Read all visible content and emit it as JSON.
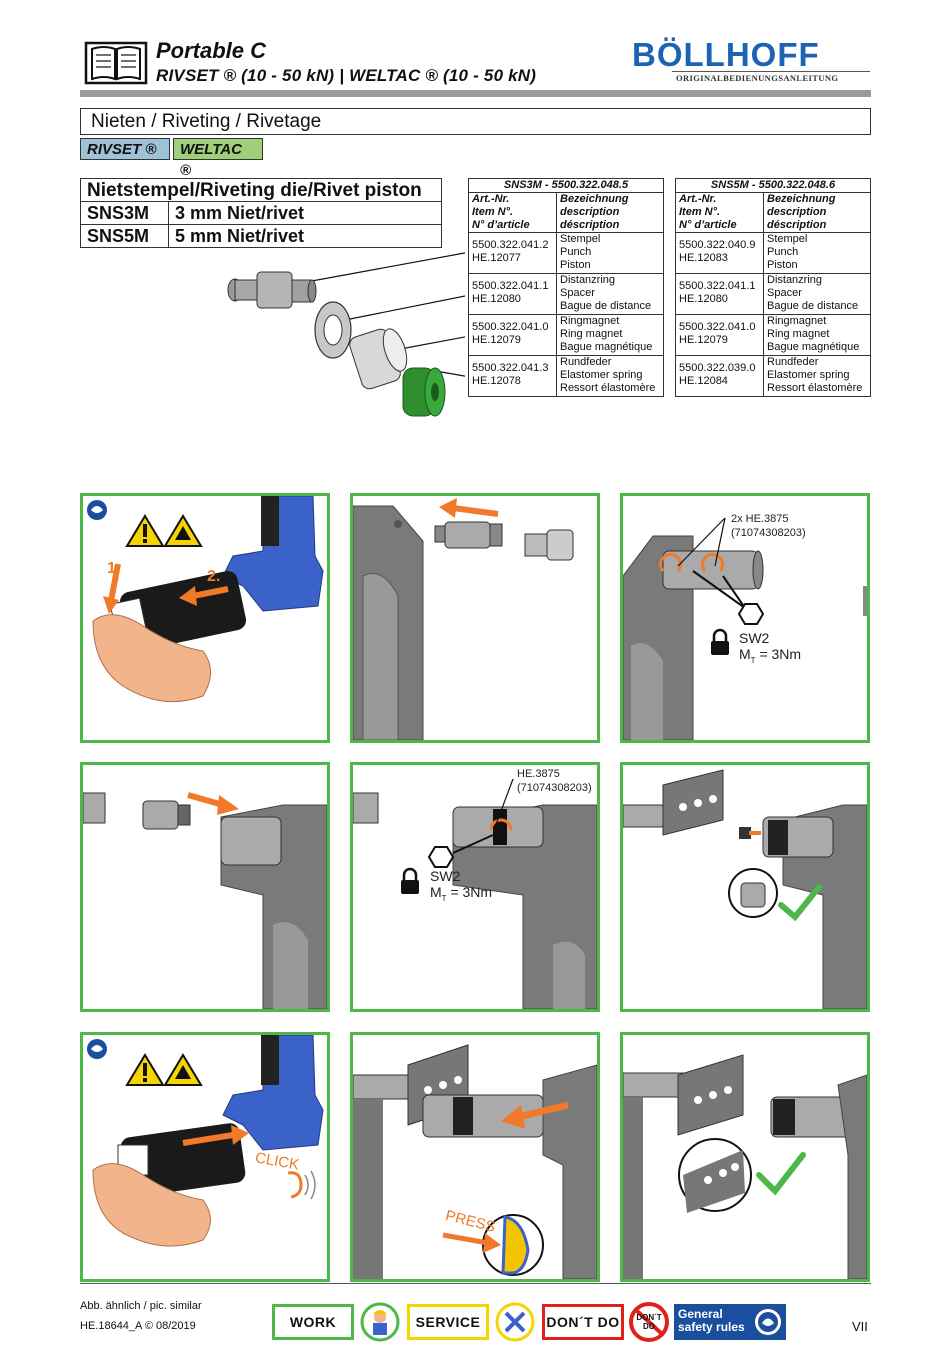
{
  "header": {
    "title": "Portable C",
    "subtitle": "RIVSET ® (10 - 50 kN) | WELTAC ® (10 - 50 kN)",
    "brand": "BÖLLHOFF",
    "brand_sub": "ORIGINALBEDIENUNGSANLEITUNG",
    "brand_color": "#1b63b3"
  },
  "section": {
    "title": "Nieten / Riveting / Rivetage",
    "badges": [
      "RIVSET ®",
      "WELTAC ®"
    ]
  },
  "die_table": {
    "heading": "Nietstempel/Riveting die/Rivet piston",
    "rows": [
      {
        "code": "SNS3M",
        "desc": "3 mm Niet/rivet"
      },
      {
        "code": "SNS5M",
        "desc": "5 mm Niet/rivet"
      }
    ]
  },
  "parts_tables": [
    {
      "caption": "SNS3M - 5500.322.048.5",
      "col1": [
        "Art.-Nr.",
        "Item N°.",
        "N° d’article"
      ],
      "col2": [
        "Bezeichnung",
        "description",
        "déscription"
      ],
      "rows": [
        {
          "num": [
            "5500.322.041.2",
            "HE.12077"
          ],
          "desc": [
            "Stempel",
            "Punch",
            "Piston"
          ]
        },
        {
          "num": [
            "5500.322.041.1",
            "HE.12080"
          ],
          "desc": [
            "Distanzring",
            "Spacer",
            "Bague de distance"
          ]
        },
        {
          "num": [
            "5500.322.041.0",
            "HE.12079"
          ],
          "desc": [
            "Ringmagnet",
            "Ring magnet",
            "Bague magnétique"
          ]
        },
        {
          "num": [
            "5500.322.041.3",
            "HE.12078"
          ],
          "desc": [
            "Rundfeder",
            "Elastomer spring",
            "Ressort élastomère"
          ]
        }
      ]
    },
    {
      "caption": "SNS5M - 5500.322.048.6",
      "col1": [
        "Art.-Nr.",
        "Item N°.",
        "N° d’article"
      ],
      "col2": [
        "Bezeichnung",
        "description",
        "déscription"
      ],
      "rows": [
        {
          "num": [
            "5500.322.040.9",
            "HE.12083"
          ],
          "desc": [
            "Stempel",
            "Punch",
            "Piston"
          ]
        },
        {
          "num": [
            "5500.322.041.1",
            "HE.12080"
          ],
          "desc": [
            "Distanzring",
            "Spacer",
            "Bague de distance"
          ]
        },
        {
          "num": [
            "5500.322.041.0",
            "HE.12079"
          ],
          "desc": [
            "Ringmagnet",
            "Ring magnet",
            "Bague magnétique"
          ]
        },
        {
          "num": [
            "5500.322.039.0",
            "HE.12084"
          ],
          "desc": [
            "Rundfeder",
            "Elastomer spring",
            "Ressort élastomère"
          ]
        }
      ]
    }
  ],
  "panels": {
    "p1": {
      "step1": "1.",
      "step2": "2."
    },
    "p3": {
      "screw": "2x HE.3875",
      "screw_code": "(71074308203)",
      "key": "SW2",
      "torque_m": "M",
      "torque_sub": "T",
      "torque_val": "= 3Nm"
    },
    "p5": {
      "screw": "HE.3875",
      "screw_code": "(71074308203)",
      "key": "SW2",
      "torque_m": "M",
      "torque_sub": "T",
      "torque_val": "= 3Nm"
    },
    "p7": {
      "click": "CLICK"
    },
    "p8": {
      "press": "PRESS"
    }
  },
  "footer": {
    "note": "Abb. ähnlich / pic. similar",
    "doc": "HE.18644_A © 08/2019",
    "work": "WORK",
    "service": "SERVICE",
    "dont": "DON´T DO",
    "dont_icon": "DON´T DO",
    "general_1": "General",
    "general_2": "safety rules",
    "page": "VII"
  },
  "colors": {
    "panel_border": "#4db848",
    "arrow": "#f07a2a",
    "tool_blue": "#3a62c8",
    "spring_green": "#2f8f2f",
    "check": "#4db848"
  },
  "icons": [
    "book-icon",
    "warning-icon",
    "hand-crush-icon",
    "safety-info-icon",
    "hex-key-icon",
    "lock-icon",
    "checkmark-icon",
    "ear-icon",
    "worker-icon",
    "tools-icon",
    "prohibited-icon",
    "safety-rules-icon"
  ]
}
